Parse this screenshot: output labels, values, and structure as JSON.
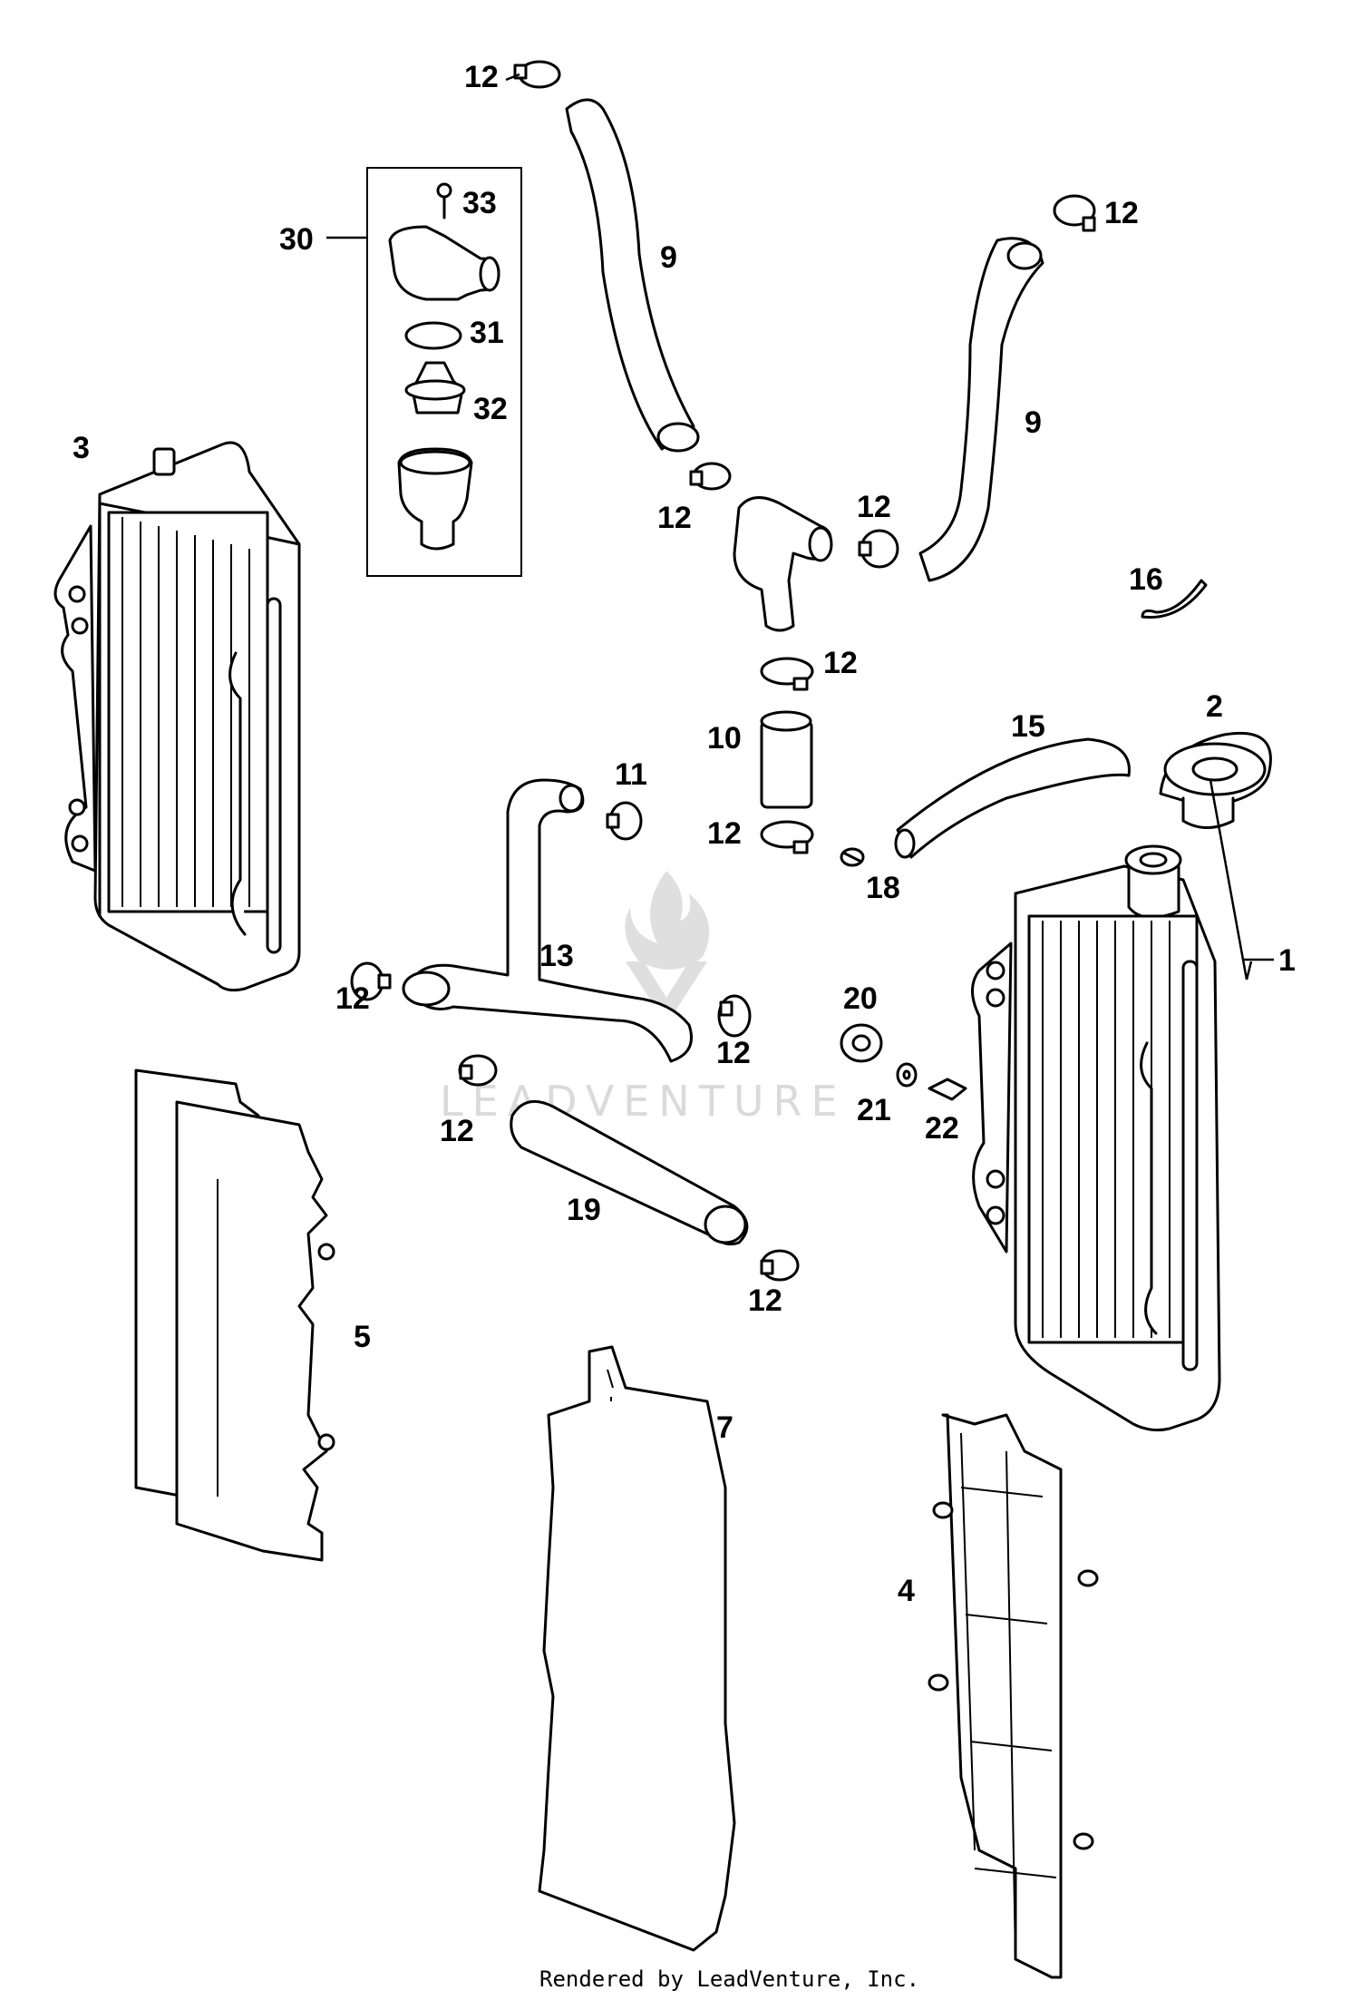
{
  "diagram": {
    "callouts": [
      {
        "id": "c1",
        "text": "1"
      },
      {
        "id": "c2",
        "text": "2"
      },
      {
        "id": "c3",
        "text": "3"
      },
      {
        "id": "c4",
        "text": "4"
      },
      {
        "id": "c5",
        "text": "5"
      },
      {
        "id": "c7",
        "text": "7"
      },
      {
        "id": "c9a",
        "text": "9"
      },
      {
        "id": "c9b",
        "text": "9"
      },
      {
        "id": "c10",
        "text": "10"
      },
      {
        "id": "c11",
        "text": "11"
      },
      {
        "id": "c12a",
        "text": "12"
      },
      {
        "id": "c12b",
        "text": "12"
      },
      {
        "id": "c12c",
        "text": "12"
      },
      {
        "id": "c12d",
        "text": "12"
      },
      {
        "id": "c12e",
        "text": "12"
      },
      {
        "id": "c12f",
        "text": "12"
      },
      {
        "id": "c12g",
        "text": "12"
      },
      {
        "id": "c12h",
        "text": "12"
      },
      {
        "id": "c12i",
        "text": "12"
      },
      {
        "id": "c12j",
        "text": "12"
      },
      {
        "id": "c13",
        "text": "13"
      },
      {
        "id": "c15",
        "text": "15"
      },
      {
        "id": "c16",
        "text": "16"
      },
      {
        "id": "c18",
        "text": "18"
      },
      {
        "id": "c19",
        "text": "19"
      },
      {
        "id": "c20",
        "text": "20"
      },
      {
        "id": "c21",
        "text": "21"
      },
      {
        "id": "c22",
        "text": "22"
      },
      {
        "id": "c30",
        "text": "30"
      },
      {
        "id": "c31",
        "text": "31"
      },
      {
        "id": "c32",
        "text": "32"
      },
      {
        "id": "c33",
        "text": "33"
      }
    ],
    "watermark": "LEADVENTURE",
    "footer": "Rendered by LeadVenture, Inc."
  }
}
